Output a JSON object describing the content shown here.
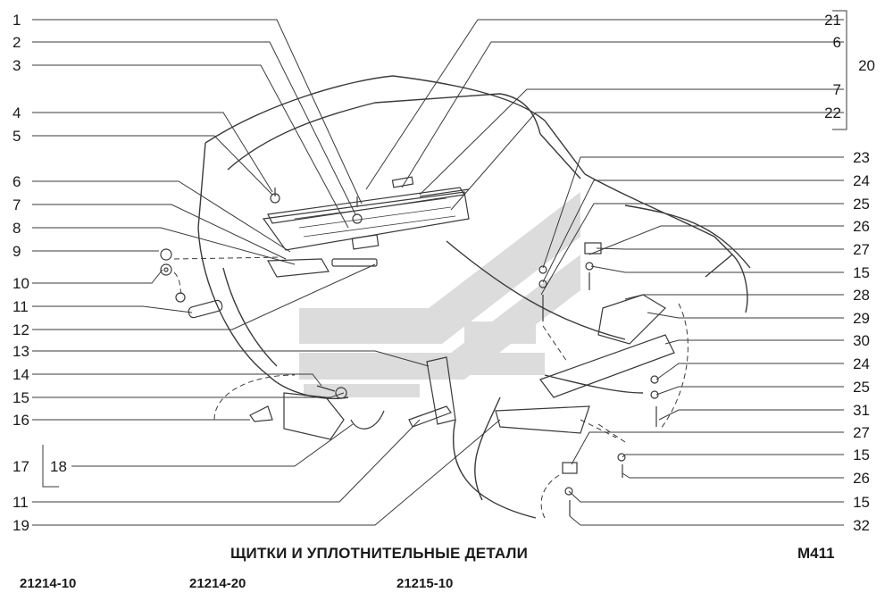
{
  "title": "ЩИТКИ И УПЛОТНИТЕЛЬНЫЕ ДЕТАЛИ",
  "code": "M411",
  "models": [
    "21214-10",
    "21214-20",
    "21215-10"
  ],
  "labels_left": [
    "1",
    "2",
    "3",
    "4",
    "5",
    "6",
    "7",
    "8",
    "9",
    "10",
    "11",
    "12",
    "13",
    "14",
    "15",
    "16",
    "17",
    "18",
    "11",
    "19"
  ],
  "labels_right": [
    "21",
    "6",
    "20",
    "7",
    "22",
    "23",
    "24",
    "25",
    "26",
    "27",
    "15",
    "28",
    "29",
    "30",
    "24",
    "25",
    "31",
    "27",
    "15",
    "26",
    "15",
    "32"
  ],
  "colors": {
    "line": "#3a3a3a",
    "watermark": "#d6d6d6",
    "text": "#1a1a1a"
  }
}
